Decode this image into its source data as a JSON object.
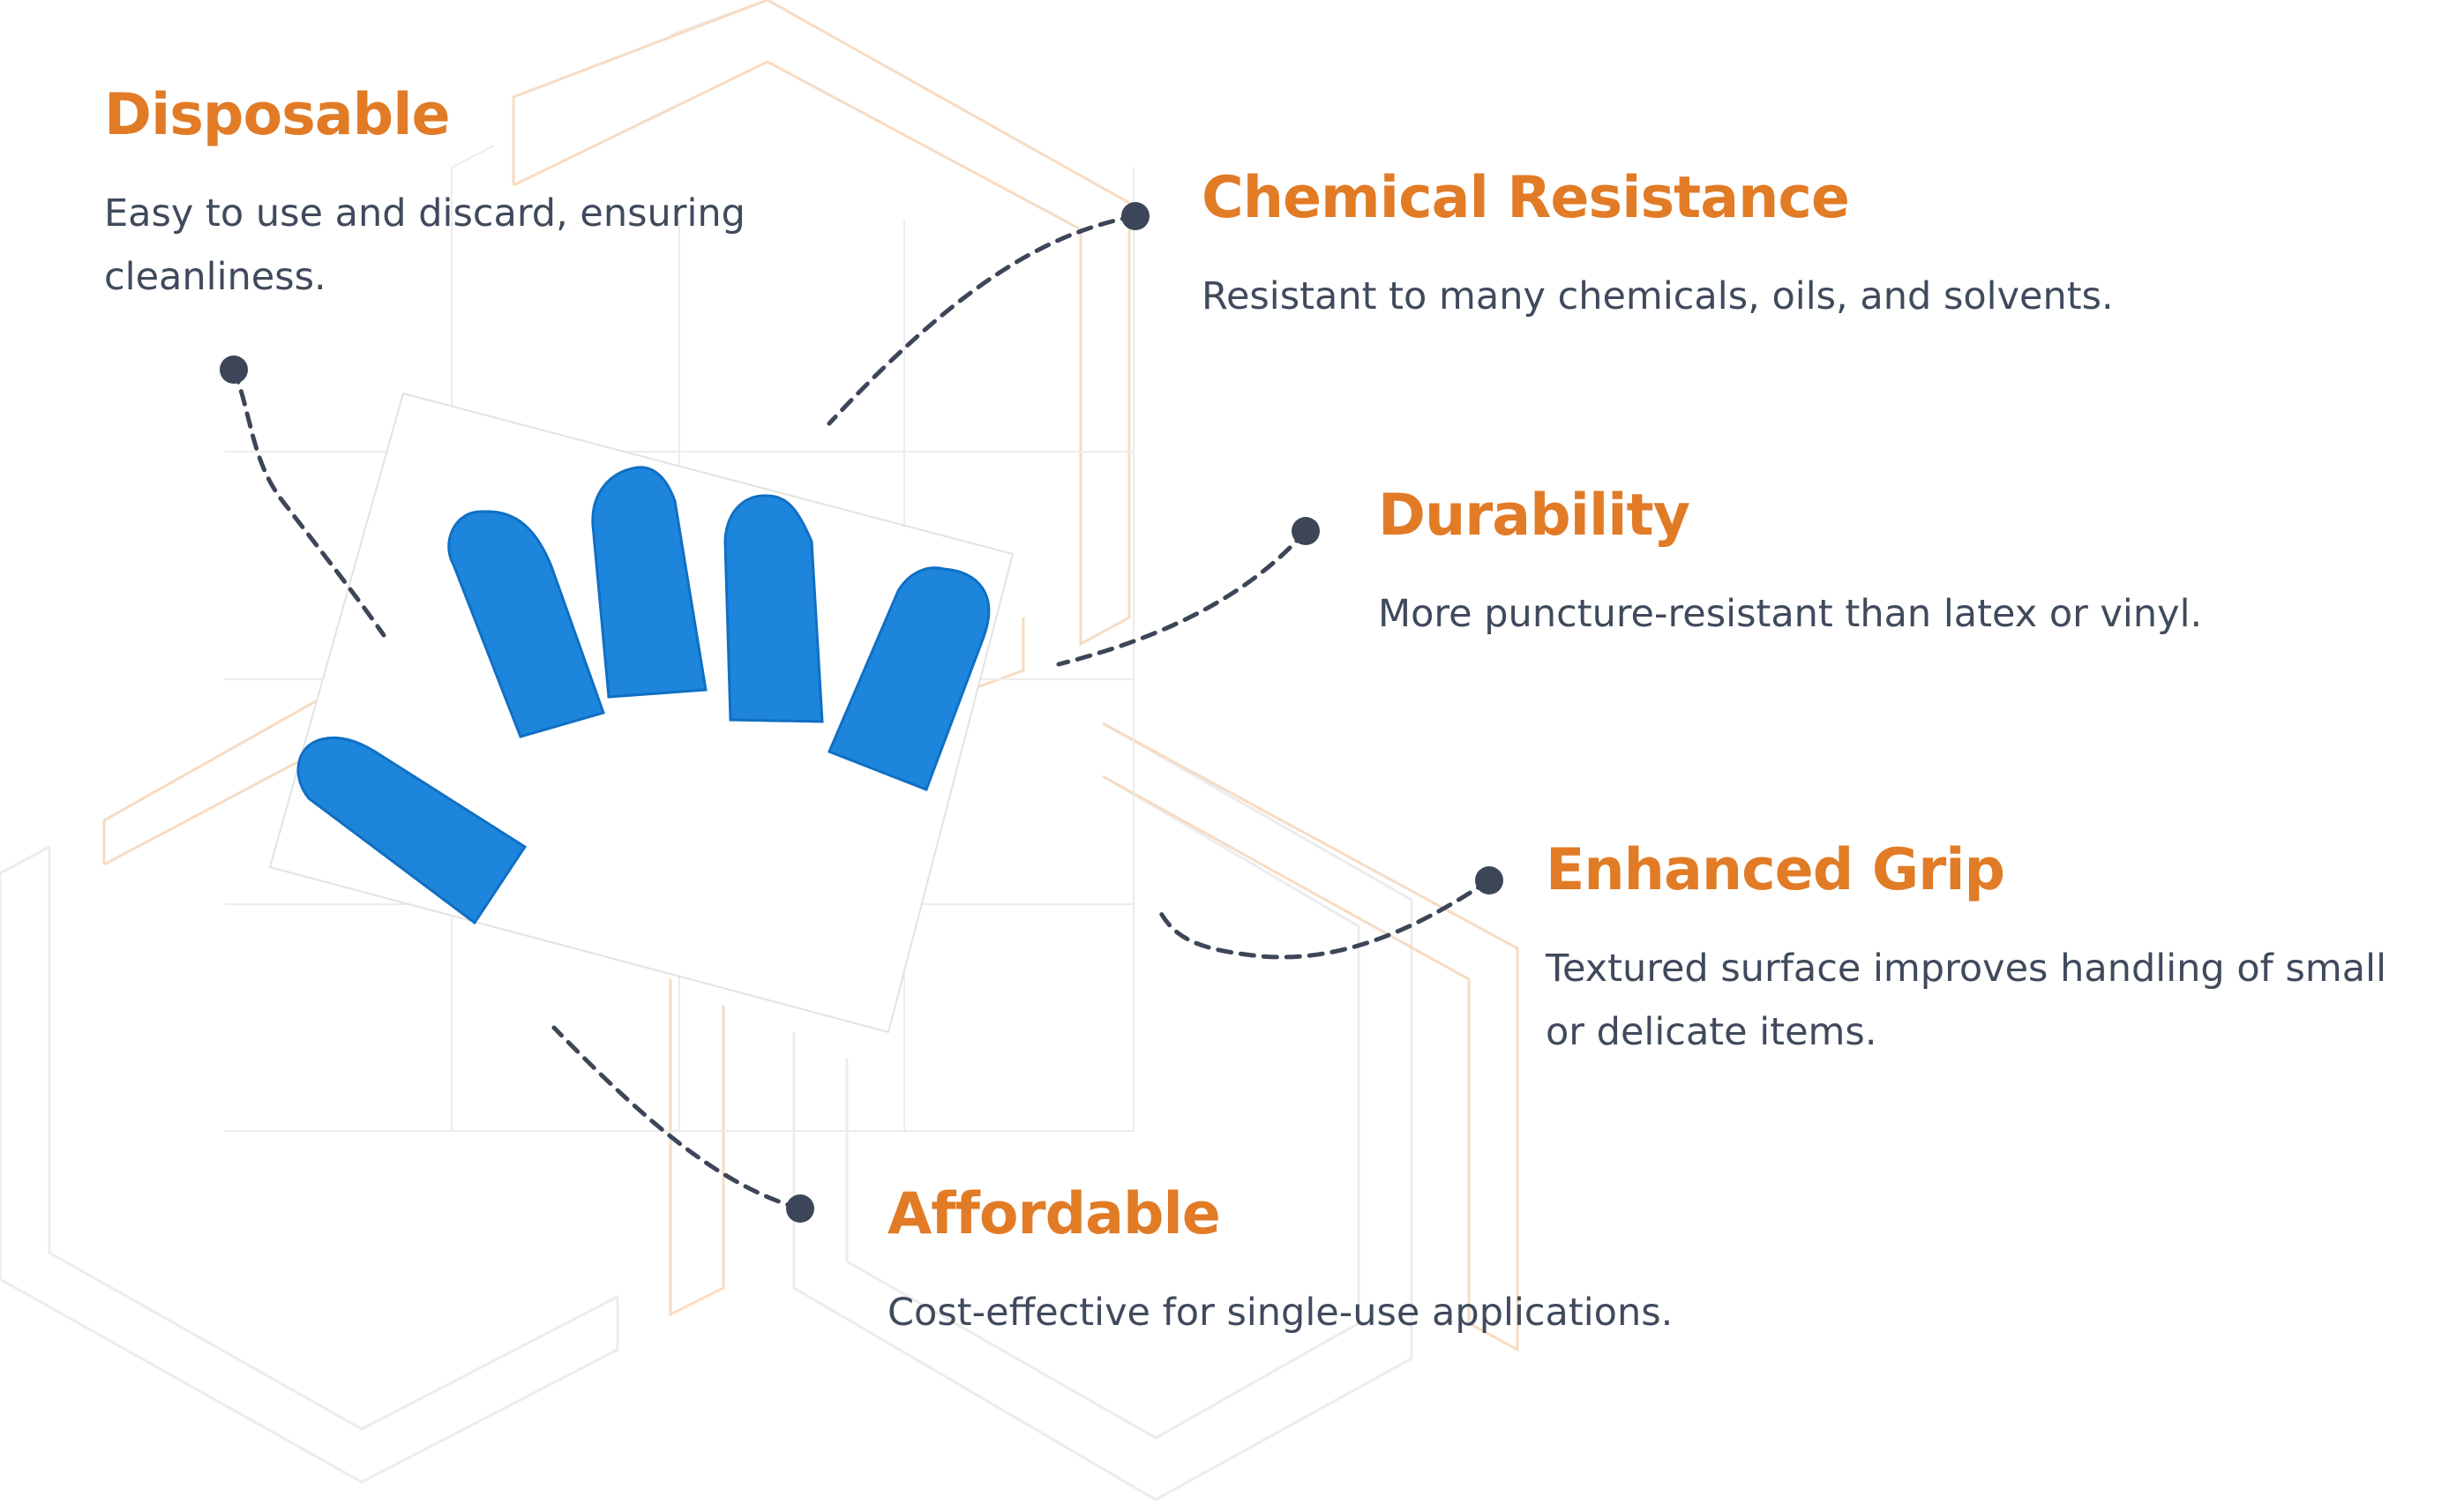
{
  "colors": {
    "accent": "#e17b26",
    "body_text": "#3f4a5c",
    "connector": "#3d4658",
    "finger_cot": "#1d86dc",
    "finger_cot_dark": "#0f6fc4",
    "hex_outline_gray": "#ececec",
    "hex_outline_orange": "#f6dcc3"
  },
  "image": {
    "subject": "blue nitrile finger cots",
    "icon": "finger-cot-icon"
  },
  "features": [
    {
      "id": "disposable",
      "title": "Disposable",
      "description": "Easy to use and discard, ensuring cleanliness."
    },
    {
      "id": "chemical",
      "title": "Chemical Resistance",
      "description": "Resistant to many chemicals, oils, and solvents."
    },
    {
      "id": "durability",
      "title": "Durability",
      "description": "More puncture-resistant than latex or vinyl."
    },
    {
      "id": "grip",
      "title": "Enhanced Grip",
      "description": "Textured surface improves handling of small or delicate items."
    },
    {
      "id": "affordable",
      "title": "Affordable",
      "description": "Cost-effective for single-use applications."
    }
  ]
}
